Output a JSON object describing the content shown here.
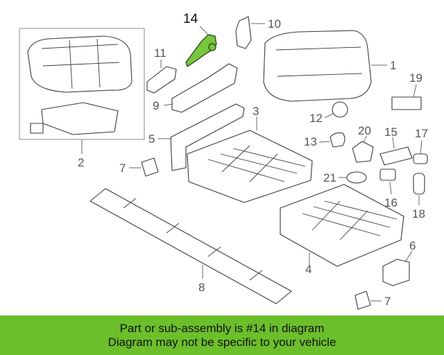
{
  "diagram": {
    "highlighted_callout": "14",
    "highlight_color": "#77c63c",
    "callouts": [
      "1",
      "2",
      "3",
      "4",
      "5",
      "6",
      "7",
      "7",
      "8",
      "9",
      "10",
      "11",
      "12",
      "13",
      "14",
      "15",
      "16",
      "17",
      "18",
      "19",
      "20",
      "21"
    ]
  },
  "banner": {
    "line1": "Part or sub-assembly is #14 in diagram",
    "line2": "Diagram may not be specific to your vehicle",
    "background": "#6cbf2b"
  }
}
